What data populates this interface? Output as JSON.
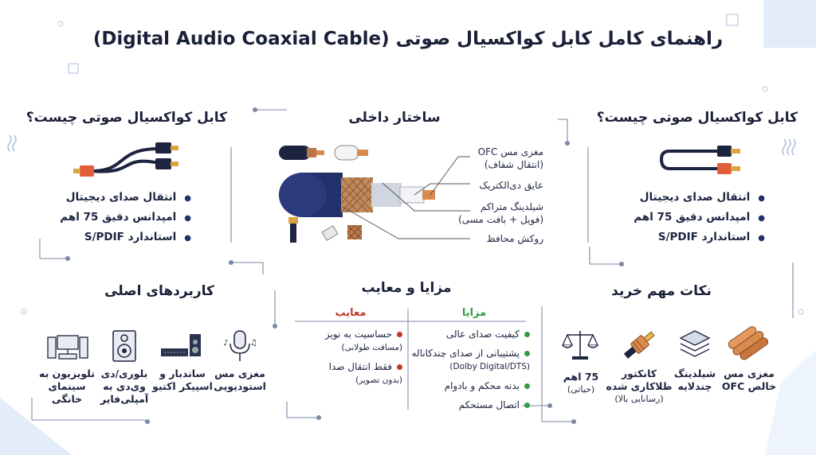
{
  "title": "راهنمای کامل کابل کواکسیال صوتی (Digital Audio Coaxial Cable)",
  "left_top": {
    "title": "کابل کواکسیال صوتی چیست؟",
    "bullets": [
      "انتقال صدای دیجیتال",
      "امپدانس دقیق 75 اهم",
      "استاندارد S/PDIF"
    ]
  },
  "right_top": {
    "title": "کابل کواکسیال صوتی چیست؟",
    "bullets": [
      "انتقال صدای دیجیتال",
      "امپدانس دقیق 75 اهم",
      "استاندارد S/PDIF"
    ]
  },
  "structure": {
    "title": "ساختار داخلی",
    "labels": [
      {
        "line1": "مغزی مس OFC",
        "line2": "(انتقال شفاف)"
      },
      {
        "line1": "عایق دی‌الکتریک",
        "line2": ""
      },
      {
        "line1": "شیلدینگ متراکم",
        "line2": "(فویل + بافت مسی)"
      },
      {
        "line1": "روکش محافظ",
        "line2": ""
      }
    ]
  },
  "uses": {
    "title": "کاربردهای اصلی",
    "items": [
      {
        "label": "مغزی مس استودیویی",
        "icon": "studio-mic-icon"
      },
      {
        "label": "ساندبار و اسپیکر اکتیو",
        "icon": "soundbar-icon"
      },
      {
        "label": "بلوری/دی وی‌دی به آمپلی‌فایر",
        "icon": "speaker-icon"
      },
      {
        "label": "تلویزیون به سینمای خانگی",
        "icon": "home-theater-icon"
      }
    ]
  },
  "proscons": {
    "title": "مزایا و معایب",
    "pros_header": "مزایا",
    "cons_header": "معایب",
    "pros": [
      {
        "line1": "کیفیت صدای عالی",
        "line2": ""
      },
      {
        "line1": "پشتیبانی از صدای چندکاناله",
        "line2": "(Dolby Digital/DTS)"
      },
      {
        "line1": "بدنه محکم و بادوام",
        "line2": ""
      },
      {
        "line1": "اتصال مستحکم",
        "line2": ""
      }
    ],
    "cons": [
      {
        "line1": "حساسیت به نویز",
        "line2": "(مسافت طولانی)"
      },
      {
        "line1": "فقط انتقال صدا",
        "line2": "(بدون تصویر)"
      }
    ]
  },
  "tips": {
    "title": "نکات مهم خرید",
    "items": [
      {
        "line1": "مغزی مس",
        "line2": "خالص OFC",
        "line3": "",
        "icon": "copper-core-icon"
      },
      {
        "line1": "شیلدینگ",
        "line2": "چندلایه",
        "line3": "",
        "icon": "layers-icon"
      },
      {
        "line1": "کانکتور",
        "line2": "طلاکاری شده",
        "line3": "(رسانایی بالا)",
        "icon": "gold-connector-icon"
      },
      {
        "line1": "75 اهم",
        "line2": "(حیاتی)",
        "line3": "",
        "icon": "balance-scale-icon"
      }
    ]
  },
  "colors": {
    "navy": "#22306b",
    "copper": "#d98a4e",
    "green": "#2f9e44",
    "red": "#c0392b",
    "accent_bg": "#dde9f7"
  }
}
